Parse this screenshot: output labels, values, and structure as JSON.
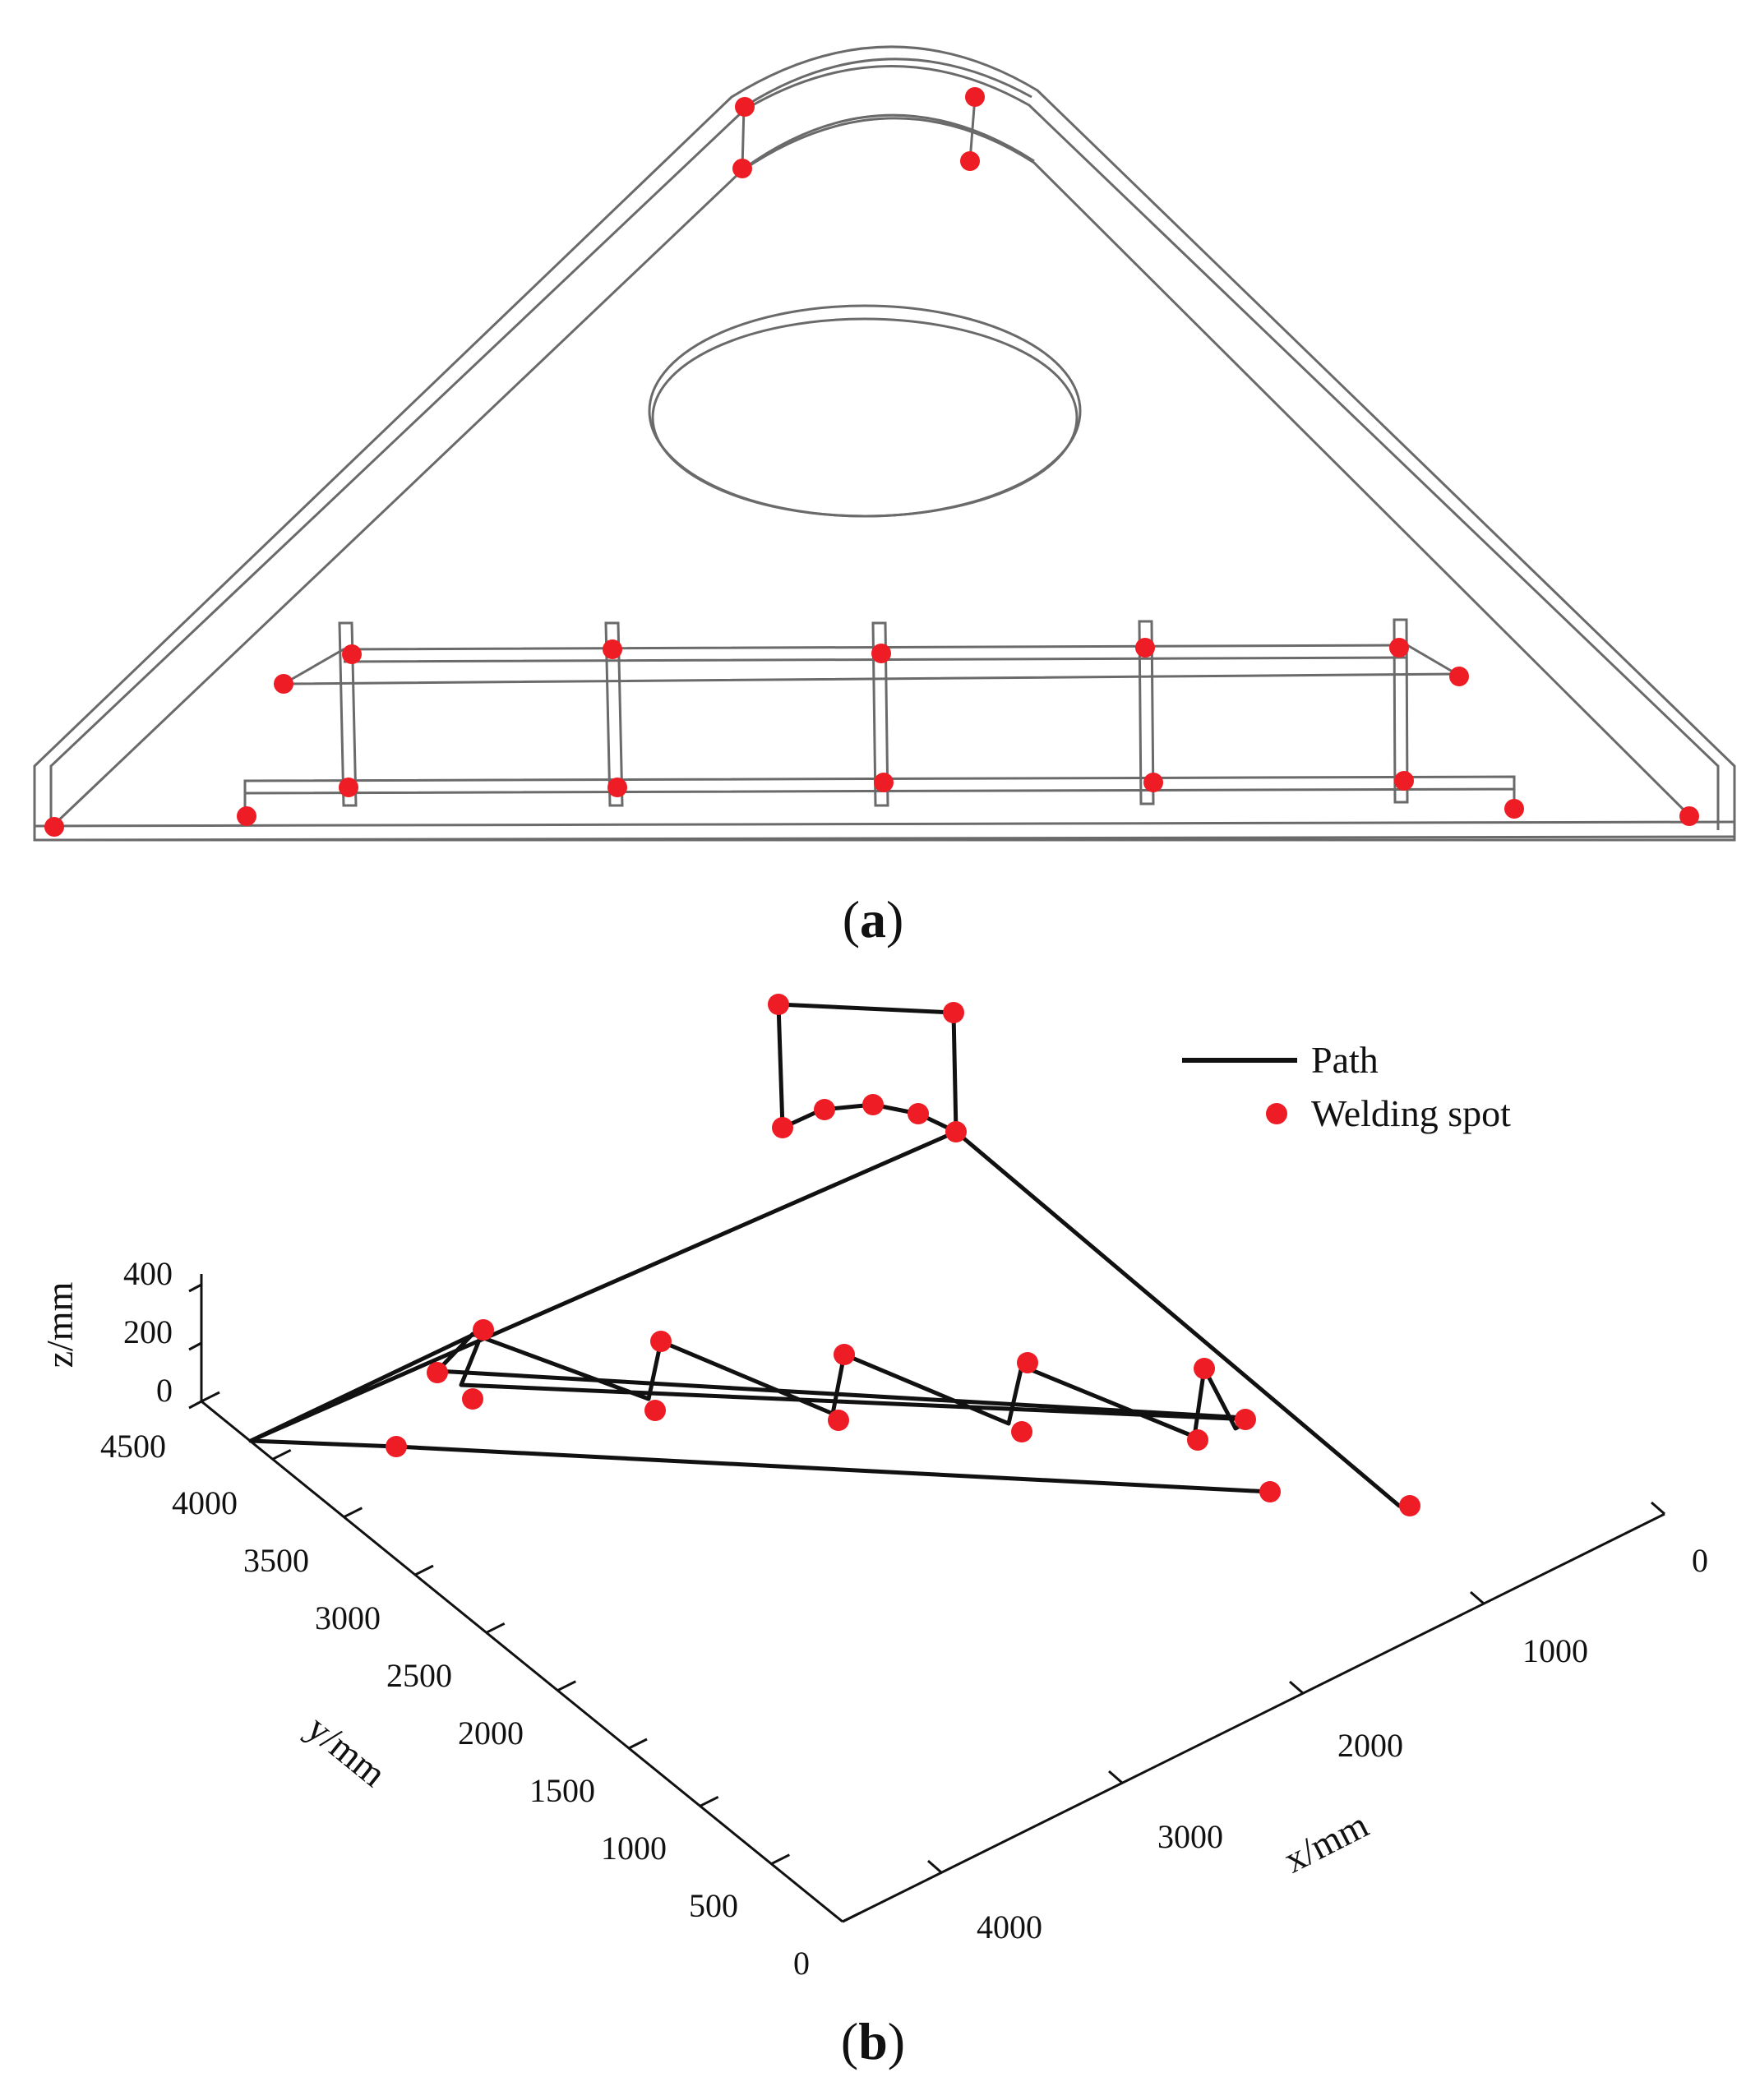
{
  "panel_a": {
    "label_open": "(",
    "label_letter": "a",
    "label_close": ")",
    "spot_color": "#ee1c24",
    "line_color": "#6a6a6a"
  },
  "panel_b": {
    "label_open": "(",
    "label_letter": "b",
    "label_close": ")",
    "legend": {
      "path": "Path",
      "spot": "Welding spot"
    },
    "axes": {
      "x_label": "x/mm",
      "y_label": "y/mm",
      "z_label": "z/mm",
      "x_ticks": [
        "0",
        "1000",
        "2000",
        "3000",
        "4000"
      ],
      "y_ticks": [
        "0",
        "500",
        "1000",
        "1500",
        "2000",
        "2500",
        "3000",
        "3500",
        "4000",
        "4500"
      ],
      "z_ticks": [
        "0",
        "200",
        "400"
      ]
    },
    "path_color": "#111111",
    "spot_color": "#ee1c24"
  }
}
